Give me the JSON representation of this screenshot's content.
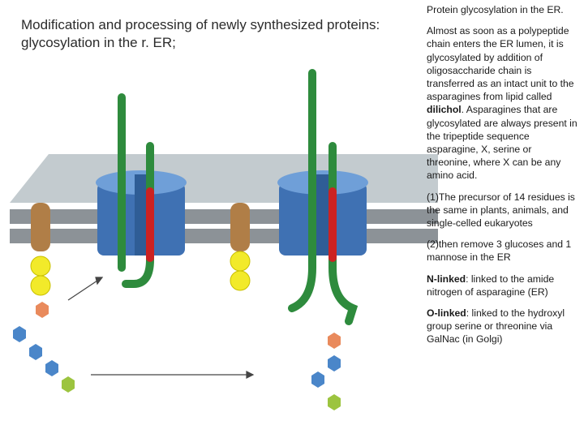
{
  "title": {
    "line1": "Modification and processing of newly synthesized proteins:",
    "line2": "glycosylation in the r. ER;"
  },
  "side_panel": {
    "heading": "Protein glycosylation in the ER.",
    "description_pre": "Almost as soon as a polypeptide chain enters the ER lumen, it is glycosylated by addition of oligosaccharide chain is transferred as an intact unit to the asparagines from lipid called ",
    "dilichol_term": "dilichol",
    "description_post": ". Asparagines that are glycosylated are always present in the tripeptide sequence asparagine, X, serine or threonine, where X can be any amino acid.",
    "point1": "(1)The precursor of 14 residues is the same in plants, animals, and single-celled eukaryotes",
    "point2": "(2)then remove 3 glucoses and 1 mannose in the ER",
    "n_linked_term": "N-linked",
    "n_linked_text": ": linked to the amide nitrogen of asparagine (ER)",
    "o_linked_term": "O-linked",
    "o_linked_text": ": linked to the hydroxyl group serine or threonine via GalNac (in Golgi)"
  },
  "colors": {
    "membrane_top": "#c3cbcf",
    "membrane_side": "#8c9297",
    "translocon": "#3f71b3",
    "translocon_light": "#6f9fd8",
    "polypeptide": "#2e8b3d",
    "signal": "#cc2222",
    "lipid_anchor": "#b07e47",
    "glucose": "#f2ea2a",
    "mannose": "#4a86c9",
    "nacetylglucosamine": "#9cc43f",
    "linker": "#e98a5c"
  }
}
